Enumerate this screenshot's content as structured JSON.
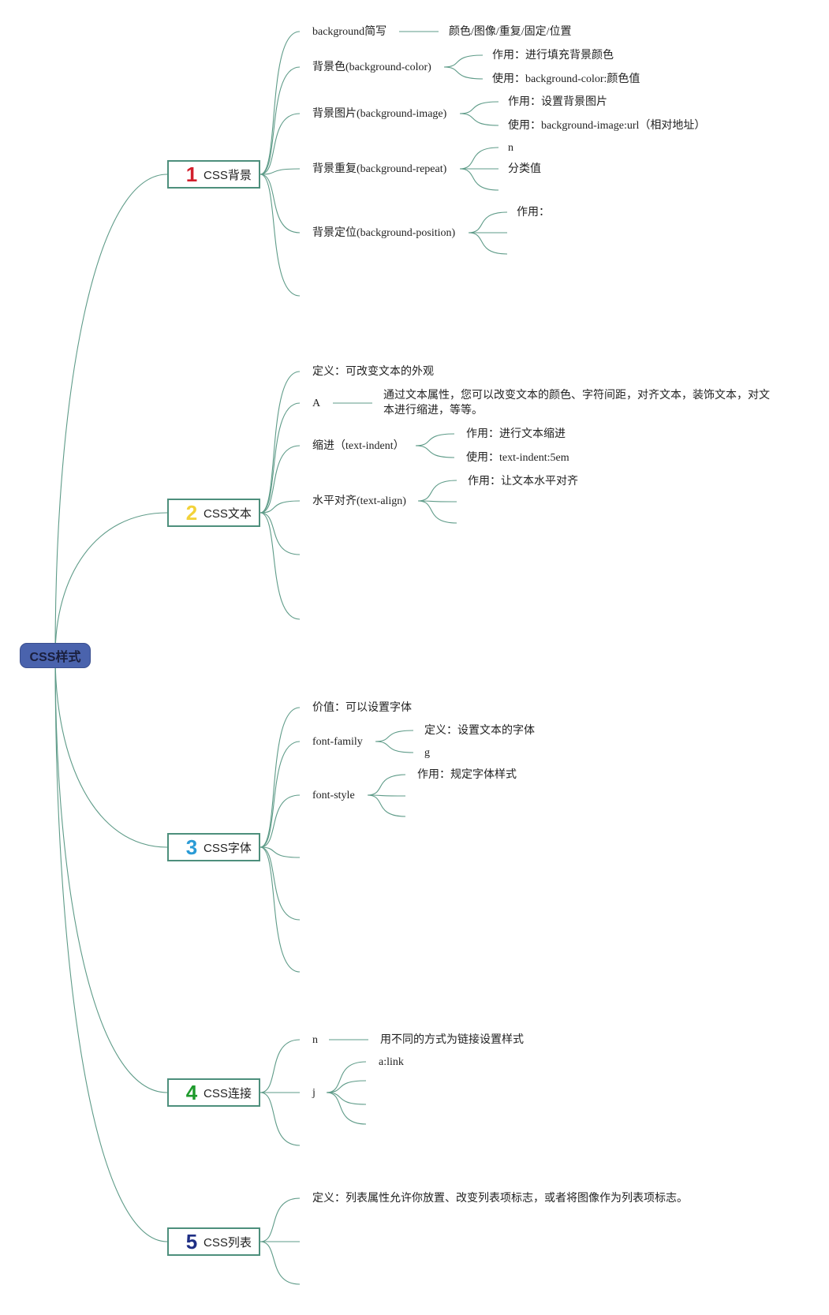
{
  "root": {
    "label": "CSS样式"
  },
  "topics": [
    {
      "num": "1",
      "num_color": "#d21f2c",
      "label": "CSS背景"
    },
    {
      "num": "2",
      "num_color": "#f2d23a",
      "label": "CSS文本"
    },
    {
      "num": "3",
      "num_color": "#2a9bd6",
      "label": "CSS字体"
    },
    {
      "num": "4",
      "num_color": "#1e9a2c",
      "label": "CSS连接"
    },
    {
      "num": "5",
      "num_color": "#1f2f85",
      "label": "CSS列表"
    }
  ],
  "background": {
    "shorthand": {
      "label": "background简写",
      "value": "颜色/图像/重复/固定/位置"
    },
    "color": {
      "label": "背景色(background-color)",
      "c1": "作用：进行填充背景颜色",
      "c2": "使用：background-color:颜色值"
    },
    "image": {
      "label": "背景图片(background-image)",
      "c1": "作用：设置背景图片",
      "c2": "使用：background-image:url（相对地址）"
    },
    "repeat": {
      "label": "背景重复(background-repeat)",
      "c1": "n",
      "c2": "分类值"
    },
    "position": {
      "label": "背景定位(background-position)",
      "c1": "作用："
    }
  },
  "text": {
    "definition": "定义：可改变文本的外观",
    "a": {
      "label": "A",
      "value": "通过文本属性，您可以改变文本的颜色、字符间距，对齐文本，装饰文本，对文本进行缩进，等等。"
    },
    "indent": {
      "label": "缩进（text-indent）",
      "c1": "作用：进行文本缩进",
      "c2": "使用：text-indent:5em"
    },
    "align": {
      "label": "水平对齐(text-align)",
      "c1": "作用：让文本水平对齐"
    }
  },
  "font": {
    "value": "价值：可以设置字体",
    "family": {
      "label": "font-family",
      "c1": "定义：设置文本的字体",
      "c2": "g"
    },
    "style": {
      "label": "font-style",
      "c1": "作用：规定字体样式"
    }
  },
  "link": {
    "n": {
      "label": "n",
      "value": "用不同的方式为链接设置样式"
    },
    "j": {
      "label": "j",
      "c1": "a:link"
    }
  },
  "list": {
    "definition": "定义：列表属性允许你放置、改变列表项标志，或者将图像作为列表项标志。"
  }
}
